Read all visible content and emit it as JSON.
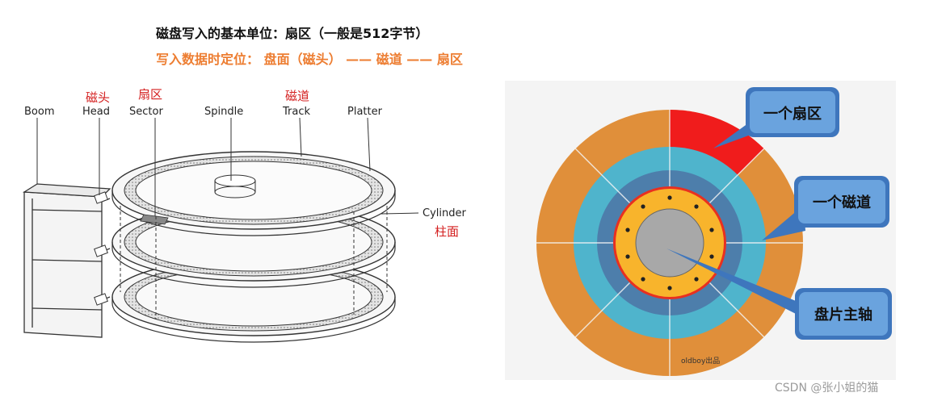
{
  "header": {
    "line1": "磁盘写入的基本单位：扇区（一般是512字节）",
    "line2": "写入数据时定位： 盘面（磁头） —— 磁道 —— 扇区"
  },
  "left_diagram": {
    "labels_en": {
      "boom": "Boom",
      "head": "Head",
      "sector": "Sector",
      "spindle": "Spindle",
      "track": "Track",
      "platter": "Platter",
      "cylinder": "Cylinder"
    },
    "labels_cn": {
      "head": "磁头",
      "sector": "扇区",
      "track": "磁道",
      "cylinder": "柱面"
    }
  },
  "right_diagram": {
    "callouts": {
      "sector": "一个扇区",
      "track": "一个磁道",
      "spindle": "盘片主轴"
    },
    "credit": "oldboy出品"
  },
  "colors": {
    "orange_text": "#ed7d31",
    "red_label": "#d42020",
    "outer_ring": "#e08f3a",
    "middle_ring": "#4fb4cc",
    "inner_ring": "#4d7eab",
    "hub_ring": "#f8b42c",
    "sector_highlight": "#f01c1c",
    "callout_box": "#5a8fcf"
  },
  "watermark": "CSDN @张小姐的猫"
}
